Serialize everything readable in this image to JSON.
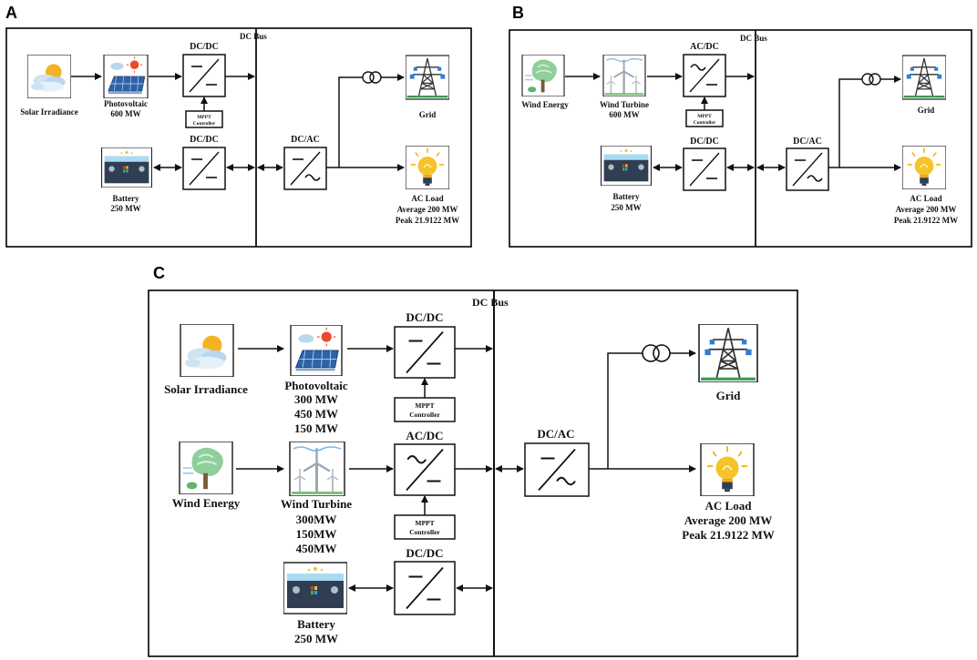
{
  "panels": {
    "A": {
      "letter": "A",
      "bus": "DC Bus",
      "source": "Solar Irradiance",
      "pv": "Photovoltaic",
      "pv_cap": "600 MW",
      "dcdc1": "DC/DC",
      "mppt1": "MPPT",
      "mppt2": "Controller",
      "dcdc2": "DC/DC",
      "dcac": "DC/AC",
      "grid": "Grid",
      "battery": "Battery",
      "battery_cap": "250 MW",
      "load": "AC Load",
      "load_avg": "Average 200 MW",
      "load_peak": "Peak 21.9122 MW"
    },
    "B": {
      "letter": "B",
      "bus": "DC Bus",
      "source": "Wind Energy",
      "wt": "Wind Turbine",
      "wt_cap": "600 MW",
      "acdc": "AC/DC",
      "mppt1": "MPPT",
      "mppt2": "Controller",
      "dcdc": "DC/DC",
      "dcac": "DC/AC",
      "grid": "Grid",
      "battery": "Battery",
      "battery_cap": "250 MW",
      "load": "AC Load",
      "load_avg": "Average 200 MW",
      "load_peak": "Peak 21.9122 MW"
    },
    "C": {
      "letter": "C",
      "bus": "DC Bus",
      "solar": "Solar Irradiance",
      "pv": "Photovoltaic",
      "pv_caps": [
        "300 MW",
        "450 MW",
        "150 MW"
      ],
      "dcdc1": "DC/DC",
      "mppt1a": "MPPT",
      "mppt1b": "Controller",
      "wind": "Wind Energy",
      "wt": "Wind Turbine",
      "wt_caps": [
        "300MW",
        "150MW",
        "450MW"
      ],
      "acdc": "AC/DC",
      "mppt2a": "MPPT",
      "mppt2b": "Controller",
      "dcdc2": "DC/DC",
      "battery": "Battery",
      "battery_cap": "250 MW",
      "dcac": "DC/AC",
      "grid": "Grid",
      "load": "AC Load",
      "load_avg": "Average 200 MW",
      "load_peak": "Peak 21.9122 MW"
    }
  }
}
